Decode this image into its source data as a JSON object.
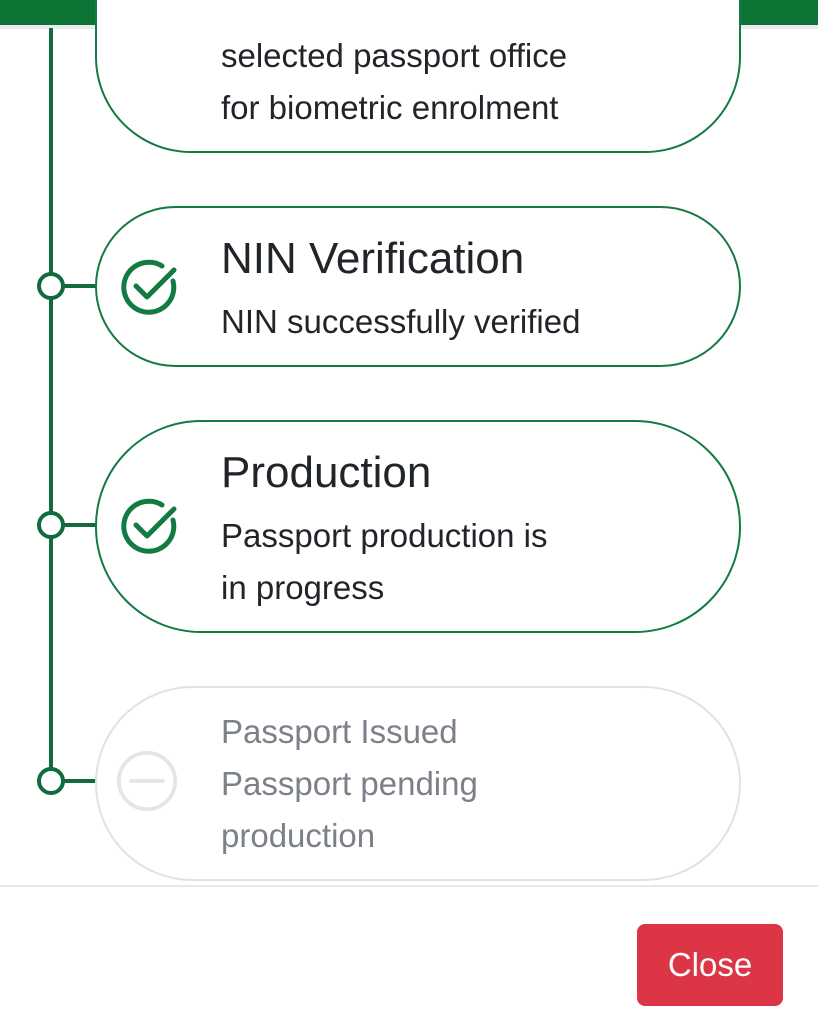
{
  "theme": {
    "accent": "#126b3d",
    "danger": "#dc3545",
    "muted": "#7b8089",
    "pending_border": "#dfe2e6"
  },
  "steps": [
    {
      "status": "completed",
      "title": "",
      "description_lines": [
        "selected passport office",
        "for biometric enrolment"
      ]
    },
    {
      "status": "completed",
      "icon": "check-circle-icon",
      "title": "NIN Verification",
      "description_lines": [
        "NIN successfully verified"
      ]
    },
    {
      "status": "completed",
      "icon": "check-circle-icon",
      "title": "Production",
      "description_lines": [
        "Passport production is",
        "in progress"
      ]
    },
    {
      "status": "pending",
      "icon": "minus-circle-icon",
      "title": "Passport Issued",
      "description_lines": [
        "Passport pending",
        "production"
      ]
    }
  ],
  "footer": {
    "close_label": "Close"
  }
}
